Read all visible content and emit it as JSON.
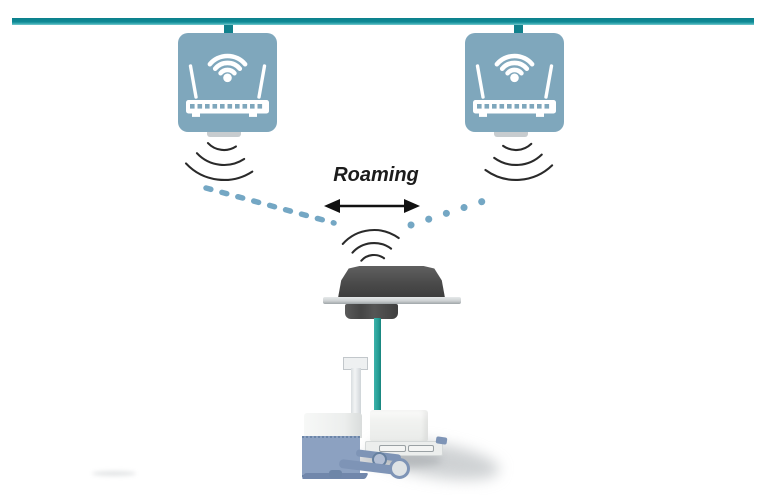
{
  "labels": {
    "roaming": "Roaming"
  },
  "icons": {
    "access_point_left": "wifi-router-icon",
    "access_point_right": "wifi-router-icon",
    "ap_signal_left": "wifi-waves-down-icon",
    "ap_signal_right": "wifi-waves-down-icon",
    "client_signal": "wifi-waves-up-icon",
    "roaming_arrow": "double-headed-arrow-icon",
    "mobile_client": "agv-forklift-with-roof-antenna-illustration"
  },
  "connections": {
    "backbone": "wired-ethernet-line",
    "left_link": "dashed-wireless-link",
    "right_link": "dotted-wireless-link",
    "antenna_cable": "teal-cable-to-vehicle"
  },
  "colors": {
    "backbone_teal": "#0f8a95",
    "cable_teal": "#249c94",
    "ap_fill": "#7fa7bc",
    "signal_link_blue": "#74a7c4",
    "arrow_black": "#111111",
    "signal_arc_dark": "#2a2a2a",
    "antenna_gray": "#4a4a4a",
    "agv_accent_blue": "#8ca1c1",
    "background": "#ffffff"
  }
}
